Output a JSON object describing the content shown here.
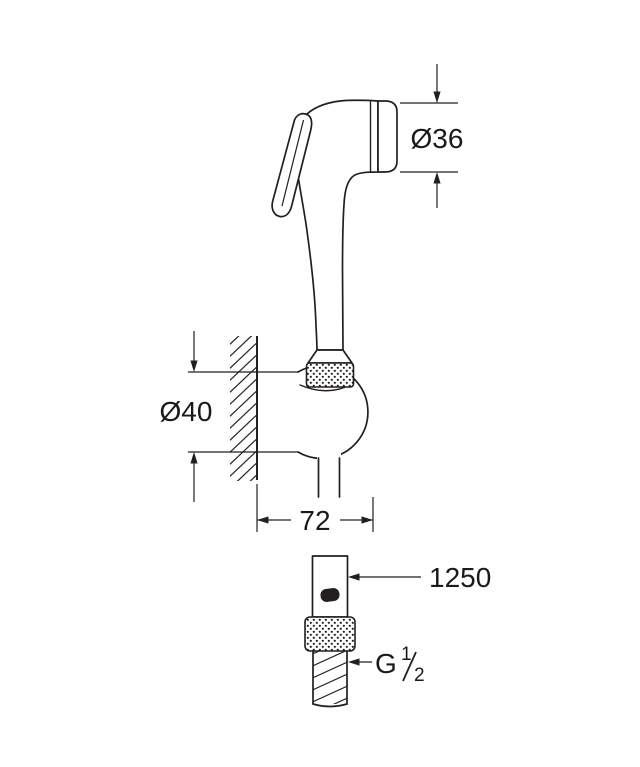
{
  "drawing": {
    "kind": "technical-dimension-drawing",
    "subject": "hand shower with wall holder and shower hose"
  },
  "colors": {
    "line-color": "#231f20",
    "bg-color": "#ffffff",
    "text-color": "#1a1a1a"
  },
  "labels": {
    "head_diameter": "Ø36",
    "holder_diameter": "Ø40",
    "wall_distance": "72",
    "hose_length": "1250",
    "thread": {
      "prefix": "G",
      "numerator": "1",
      "denominator": "2"
    }
  }
}
